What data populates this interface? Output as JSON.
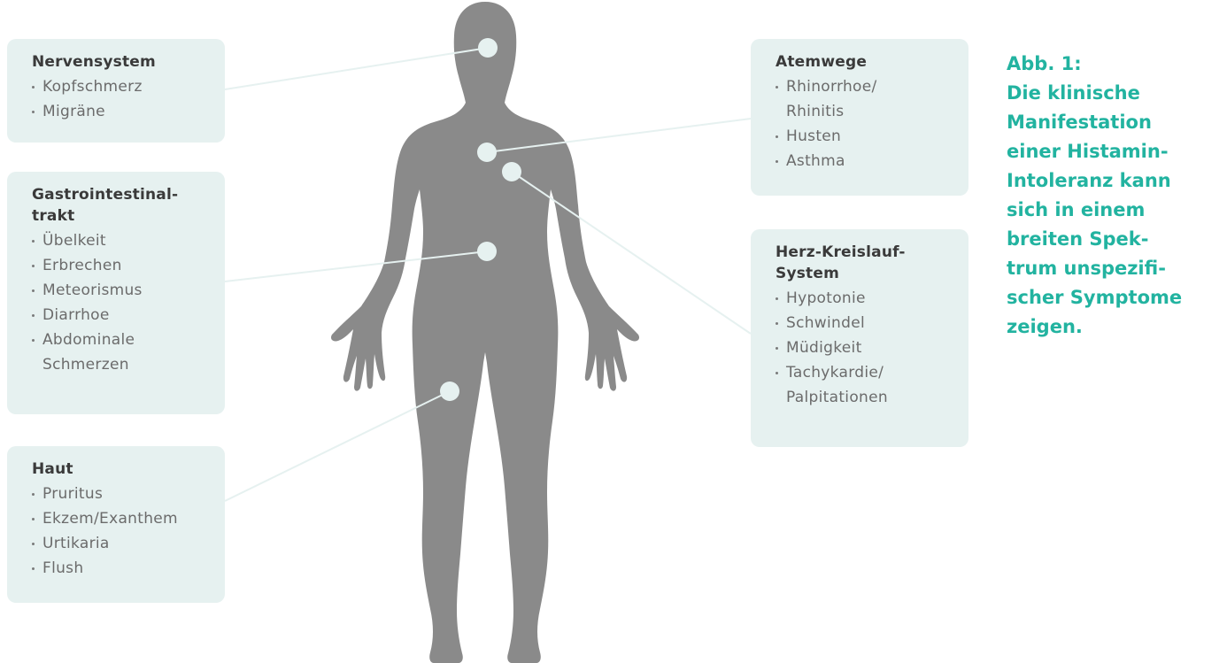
{
  "colors": {
    "body_silhouette": "#8a8a8a",
    "marker": "#e6f1f0",
    "box_background": "#e6f1f0",
    "connector_line": "#e6f1f0",
    "caption": "#22b3a0"
  },
  "categories": {
    "nervensystem": {
      "title": "Nervensystem",
      "items": [
        "Kopfschmerz",
        "Migräne"
      ]
    },
    "gastro": {
      "title_line1": "Gastrointestinal-",
      "title_line2": "trakt",
      "items": [
        "Übelkeit",
        "Erbrechen",
        "Meteorismus",
        "Diarrhoe",
        "Abdominale",
        "Schmerzen"
      ]
    },
    "haut": {
      "title": "Haut",
      "items": [
        "Pruritus",
        "Ekzem/Exanthem",
        "Urtikaria",
        "Flush"
      ]
    },
    "atemwege": {
      "title": "Atemwege",
      "items": [
        "Rhinorrhoe/",
        "Rhinitis",
        "Husten",
        "Asthma"
      ]
    },
    "herz": {
      "title_line1": "Herz-Kreislauf-",
      "title_line2": "System",
      "items": [
        "Hypotonie",
        "Schwindel",
        "Müdigkeit",
        "Tachykardie/",
        "Palpitationen"
      ]
    }
  },
  "caption": {
    "lines": [
      "Abb. 1:",
      "Die klinische",
      "Manifestation",
      "einer Histamin-",
      "Intoleranz kann",
      "sich in einem",
      "breiten Spek-",
      "trum unspezifi-",
      "scher Symptome",
      "zeigen."
    ]
  }
}
